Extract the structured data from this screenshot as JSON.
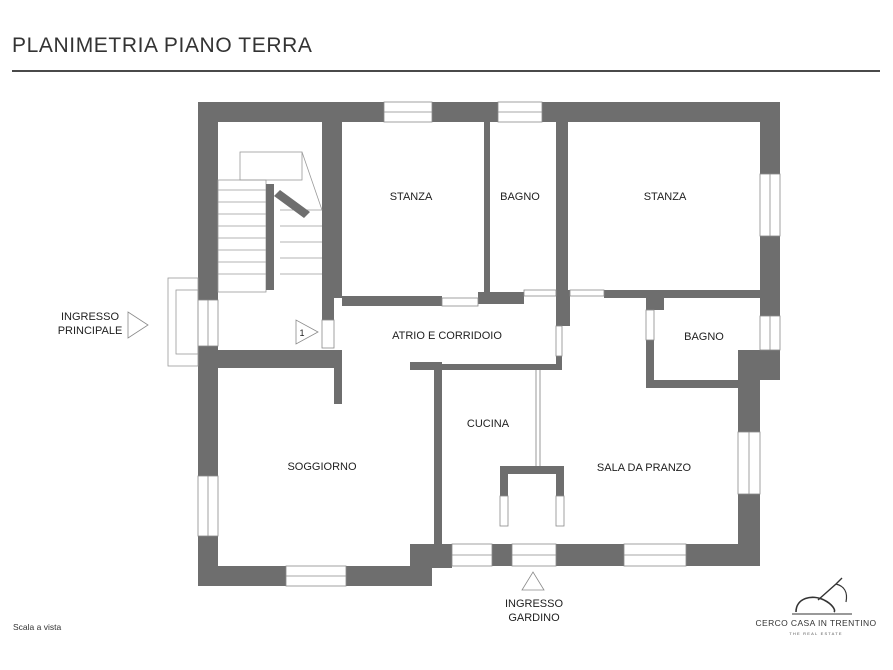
{
  "title": "PLANIMETRIA PIANO TERRA",
  "scale_note": "Scala a vista",
  "brand": {
    "name": "CERCO CASA IN TRENTINO",
    "tagline": "THE REAL ESTATE"
  },
  "colors": {
    "wall": "#6e6e6e",
    "line": "#8a8a8a",
    "text": "#1e1e1e",
    "rule": "#4a4a4a"
  },
  "rooms": {
    "stanza_1": "STANZA",
    "bagno_1": "BAGNO",
    "stanza_2": "STANZA",
    "atrio": "ATRIO E CORRIDOIO",
    "bagno_2": "BAGNO",
    "cucina": "CUCINA",
    "soggiorno": "SOGGIORNO",
    "sala_pranzo": "SALA DA PRANZO"
  },
  "entrances": {
    "main_line1": "INGRESSO",
    "main_line2": "PRINCIPALE",
    "garden_line1": "INGRESSO",
    "garden_line2": "GARDINO"
  },
  "marker": "1"
}
